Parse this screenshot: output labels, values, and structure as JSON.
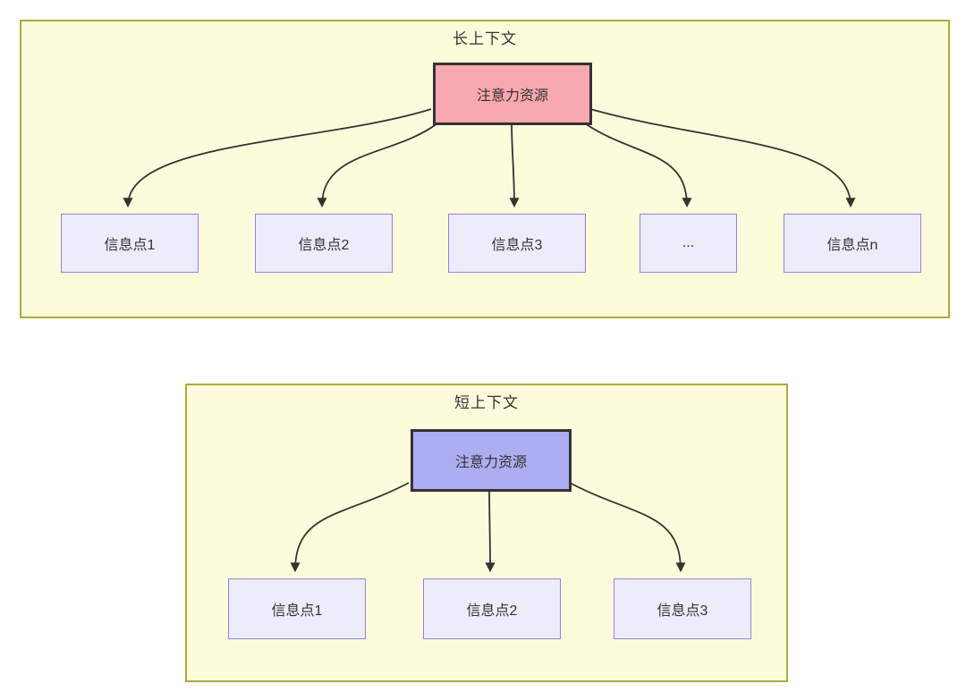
{
  "diagram": {
    "long_context": {
      "title": "长上下文",
      "attention_label": "注意力资源",
      "info_points": [
        {
          "label": "信息点1"
        },
        {
          "label": "信息点2"
        },
        {
          "label": "信息点3"
        },
        {
          "label": "..."
        },
        {
          "label": "信息点n"
        }
      ]
    },
    "short_context": {
      "title": "短上下文",
      "attention_label": "注意力资源",
      "info_points": [
        {
          "label": "信息点1"
        },
        {
          "label": "信息点2"
        },
        {
          "label": "信息点3"
        }
      ]
    }
  },
  "colors": {
    "section_background": "#FCFCDC",
    "section_border": "#AEAA3A",
    "attention_long_fill": "#F8A8B0",
    "attention_short_fill": "#ADADF2",
    "attention_border": "#333333",
    "info_fill": "#ECECFB",
    "info_border": "#9B7EDC",
    "arrow": "#333333",
    "text": "#333333"
  }
}
